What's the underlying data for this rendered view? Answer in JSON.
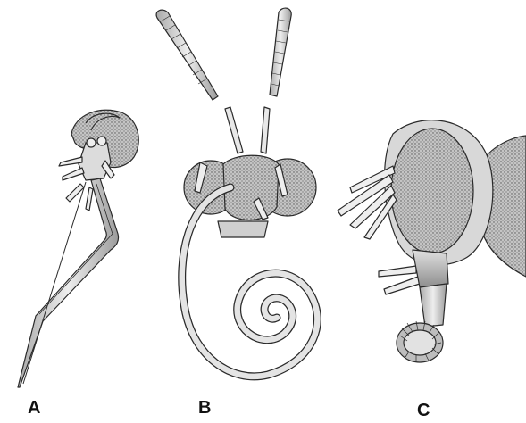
{
  "panels": [
    {
      "id": "A",
      "label": "A"
    },
    {
      "id": "B",
      "label": "B"
    },
    {
      "id": "C",
      "label": "C"
    }
  ],
  "colors": {
    "ink": "#2a2a2a",
    "eye_fill": "#b8b8b8",
    "body_fill": "#d6d6d6",
    "background": "#ffffff"
  }
}
